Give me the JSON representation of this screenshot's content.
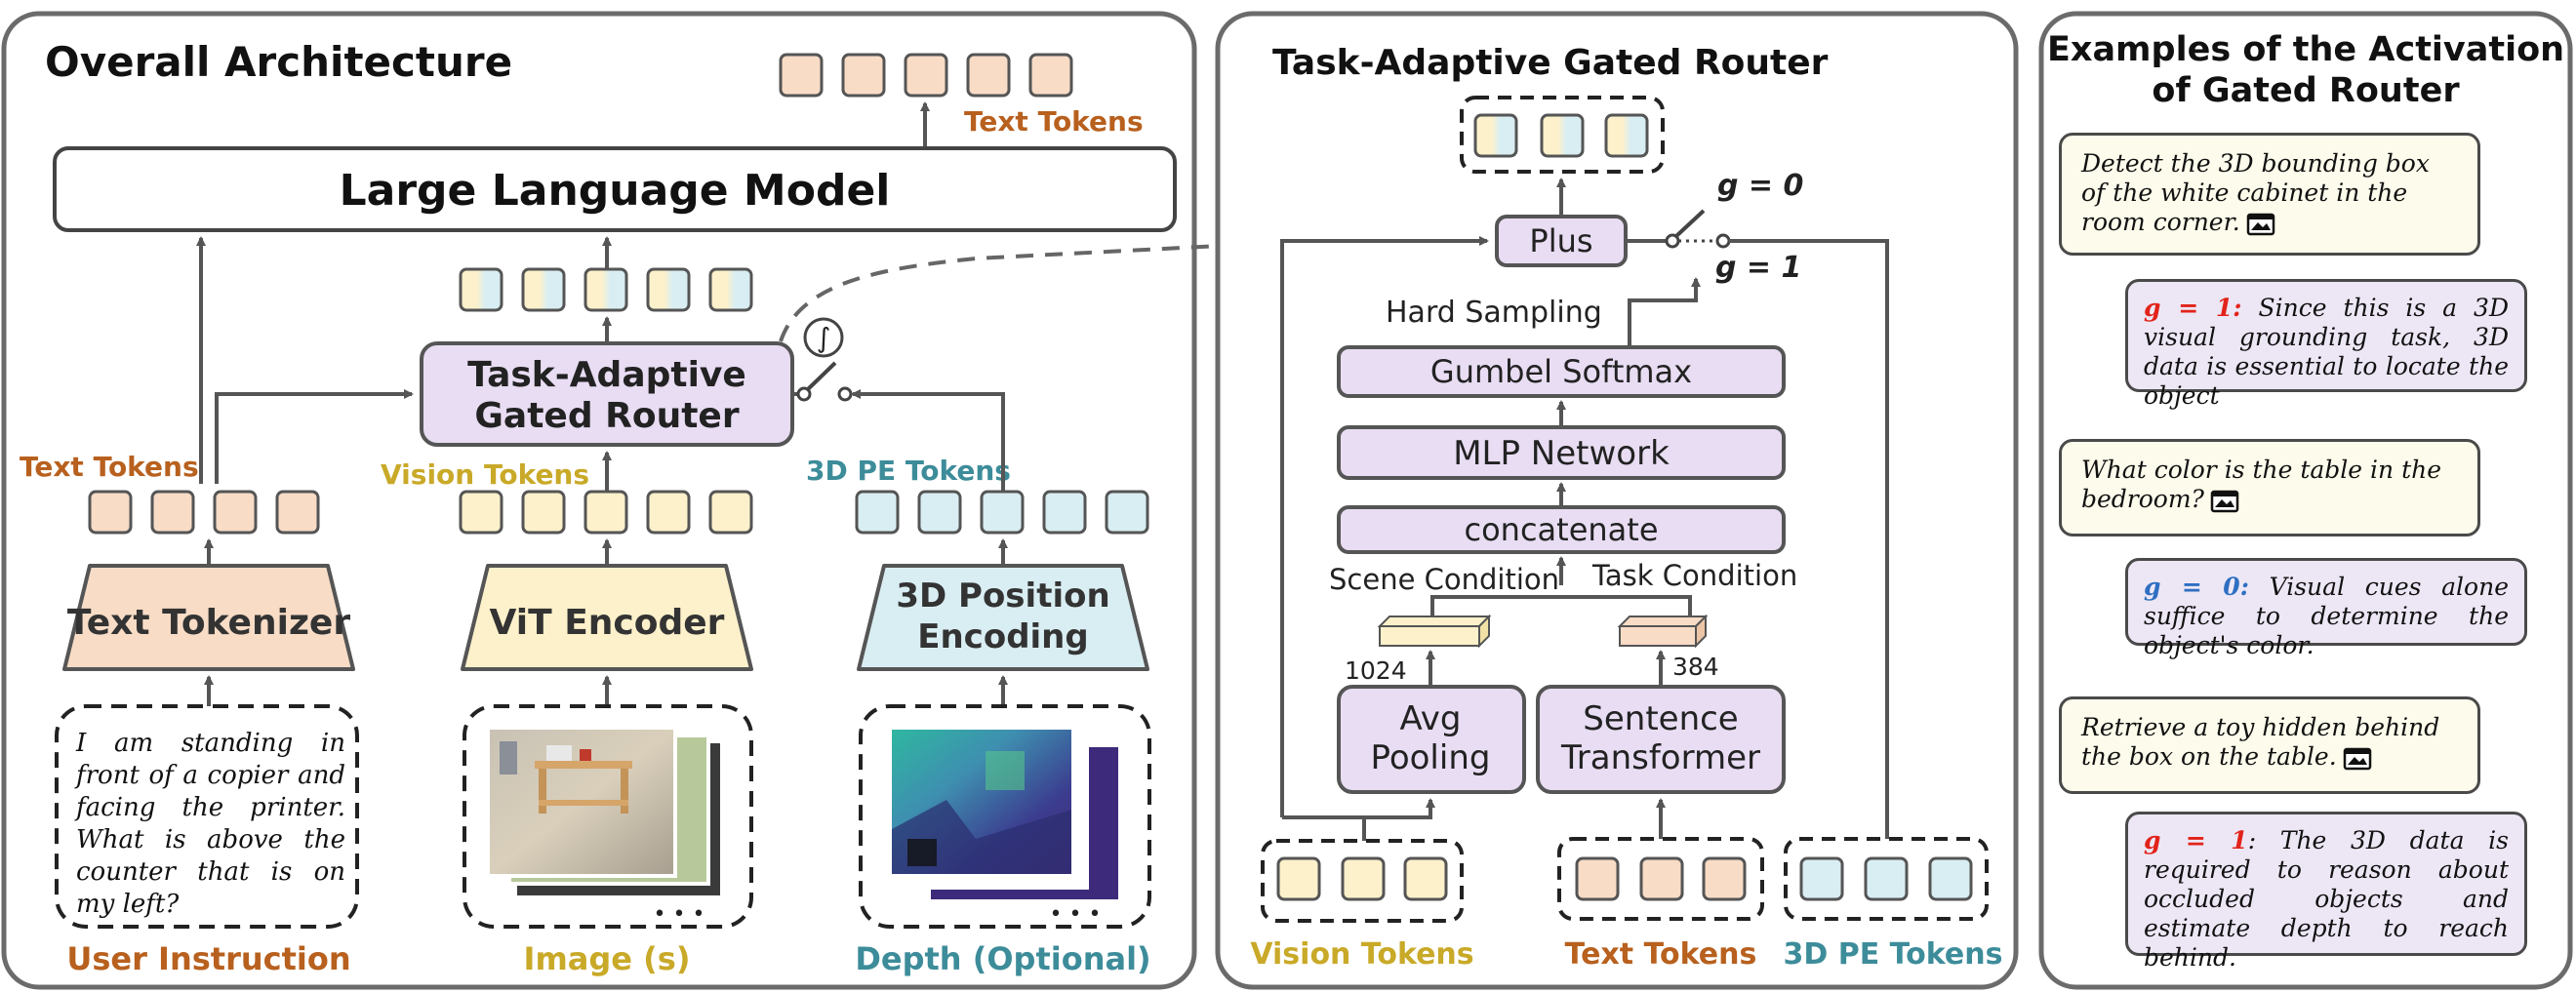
{
  "overall": {
    "title": "Overall Architecture",
    "llm_label": "Large Language Model",
    "router_line1": "Task-Adaptive",
    "router_line2": "Gated Router",
    "text_tokens_top": "Text Tokens",
    "text_tokens_label": "Text Tokens",
    "vision_tokens_label": "Vision Tokens",
    "pe_tokens_label": "3D PE Tokens",
    "text_tokenizer": "Text Tokenizer",
    "vit_encoder": "ViT Encoder",
    "pe_line1": "3D Position",
    "pe_line2": "Encoding",
    "instruction_text": "I am standing in front of a copier and facing the printer. What is above the counter that is on my left?",
    "user_instruction": "User Instruction",
    "images_label": "Image (s)",
    "depth_label": "Depth (Optional)",
    "ellipsis": "• • •",
    "integral_symbol": "∫"
  },
  "router_detail": {
    "title": "Task-Adaptive Gated Router",
    "plus": "Plus",
    "g0": "g = 0",
    "g1": "g = 1",
    "hard_sampling": "Hard Sampling",
    "gumbel": "Gumbel Softmax",
    "mlp": "MLP Network",
    "concat": "concatenate",
    "scene_condition": "Scene Condition",
    "task_condition": "Task Condition",
    "dim_scene": "1024",
    "dim_task": "384",
    "avg_line1": "Avg",
    "avg_line2": "Pooling",
    "st_line1": "Sentence",
    "st_line2": "Transformer",
    "vision_tokens": "Vision Tokens",
    "text_tokens": "Text Tokens",
    "pe_tokens": "3D PE Tokens"
  },
  "examples": {
    "title_line1": "Examples of the Activation",
    "title_line2": "of Gated Router",
    "items": [
      {
        "question": "Detect the 3D bounding box of the white cabinet in the room corner.",
        "g_label": "g = 1:",
        "answer": " Since this is a 3D visual grounding task, 3D data is essential to locate the object"
      },
      {
        "question": "What color is the table in the bedroom?",
        "g_label": "g = 0:",
        "answer": " Visual cues alone suffice to determine the object's color."
      },
      {
        "question": "Retrieve a toy hidden behind the box on the table.",
        "g_label": "g = 1",
        "answer": ": The 3D data is required to reason about occluded objects and estimate depth to reach behind."
      }
    ]
  },
  "colors": {
    "text_token": "#f8dcc6",
    "vision_token": "#fdf1cb",
    "pe_token": "#d9eef3",
    "router_fill": "#e8ddf3",
    "text_label": "#b8601e",
    "vision_label": "#c9a928",
    "pe_label": "#3d8c9a",
    "g_one": "#e2231a",
    "g_zero": "#2f6fc2"
  }
}
